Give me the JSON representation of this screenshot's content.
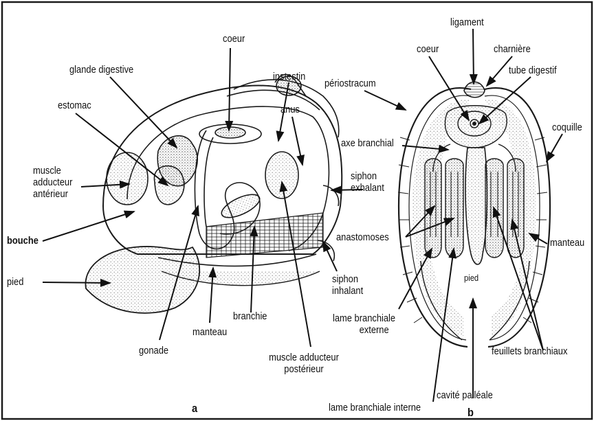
{
  "figure_a": {
    "letter": "a",
    "labels": {
      "coeur": "coeur",
      "glande_digestive": "glande digestive",
      "instestin": "instestin",
      "estomac": "estomac",
      "anus": "anus",
      "muscle_adducteur_anterieur": [
        "muscle",
        "adducteur",
        "antérieur"
      ],
      "siphon_exhalant": [
        "siphon",
        "exhalant"
      ],
      "bouche": "bouche",
      "pied": "pied",
      "siphon_inhalant": [
        "siphon",
        "inhalant"
      ],
      "branchie": "branchie",
      "manteau": "manteau",
      "gonade": "gonade",
      "muscle_adducteur_posterieur": [
        "muscle adducteur",
        "postérieur"
      ]
    }
  },
  "figure_b": {
    "letter": "b",
    "labels": {
      "ligament": "ligament",
      "coeur": "coeur",
      "charniere": "charnière",
      "periostracum": "périostracum",
      "tube_digestif": "tube digestif",
      "coquille": "coquille",
      "axe_branchial": "axe branchial",
      "anastomoses": "anastomoses",
      "manteau": "manteau",
      "pied": "pied",
      "lame_branchiale_externe": [
        "lame branchiale",
        "externe"
      ],
      "feuillets_branchiaux": "feuillets branchiaux",
      "lame_branchiale_interne": "lame branchiale interne",
      "cavite_palleale": "cavité palléale"
    }
  },
  "colors": {
    "frame": "#1a1a1a",
    "ink": "#1a1a1a",
    "background": "#ffffff",
    "stipple": "#777777"
  }
}
